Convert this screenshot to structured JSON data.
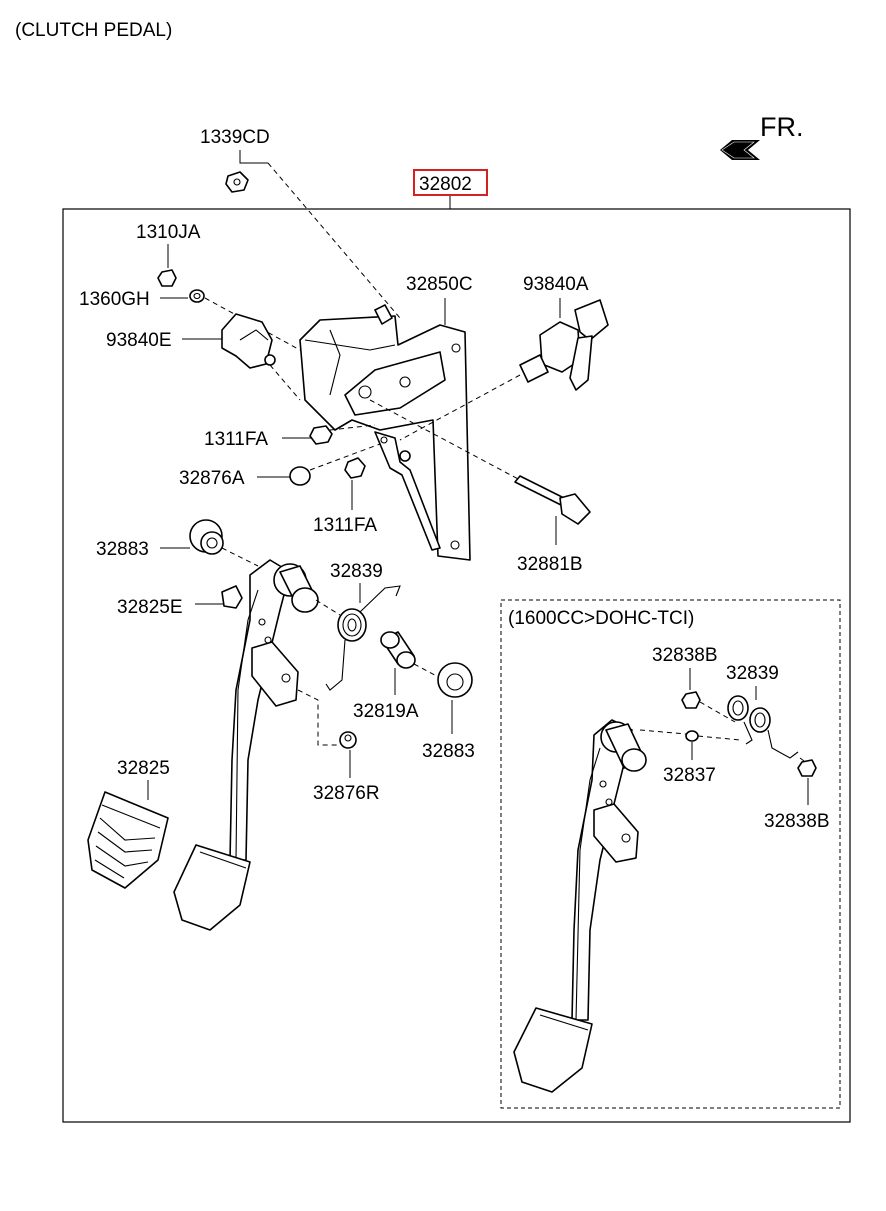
{
  "title": "(CLUTCH PEDAL)",
  "direction": "FR.",
  "variant_box": "(1600CC>DOHC-TCI)",
  "highlight_color": "#d92020",
  "parts": {
    "p32802": "32802",
    "p1339CD": "1339CD",
    "p1310JA": "1310JA",
    "p1360GH": "1360GH",
    "p93840E": "93840E",
    "p32850C": "32850C",
    "p93840A": "93840A",
    "p1311FA_a": "1311FA",
    "p32876A": "32876A",
    "p1311FA_b": "1311FA",
    "p32881B": "32881B",
    "p32883_a": "32883",
    "p32839_a": "32839",
    "p32825E": "32825E",
    "p32819A": "32819A",
    "p32883_b": "32883",
    "p32825": "32825",
    "p32876R": "32876R",
    "p32838B_a": "32838B",
    "p32839_b": "32839",
    "p32837": "32837",
    "p32838B_b": "32838B"
  }
}
